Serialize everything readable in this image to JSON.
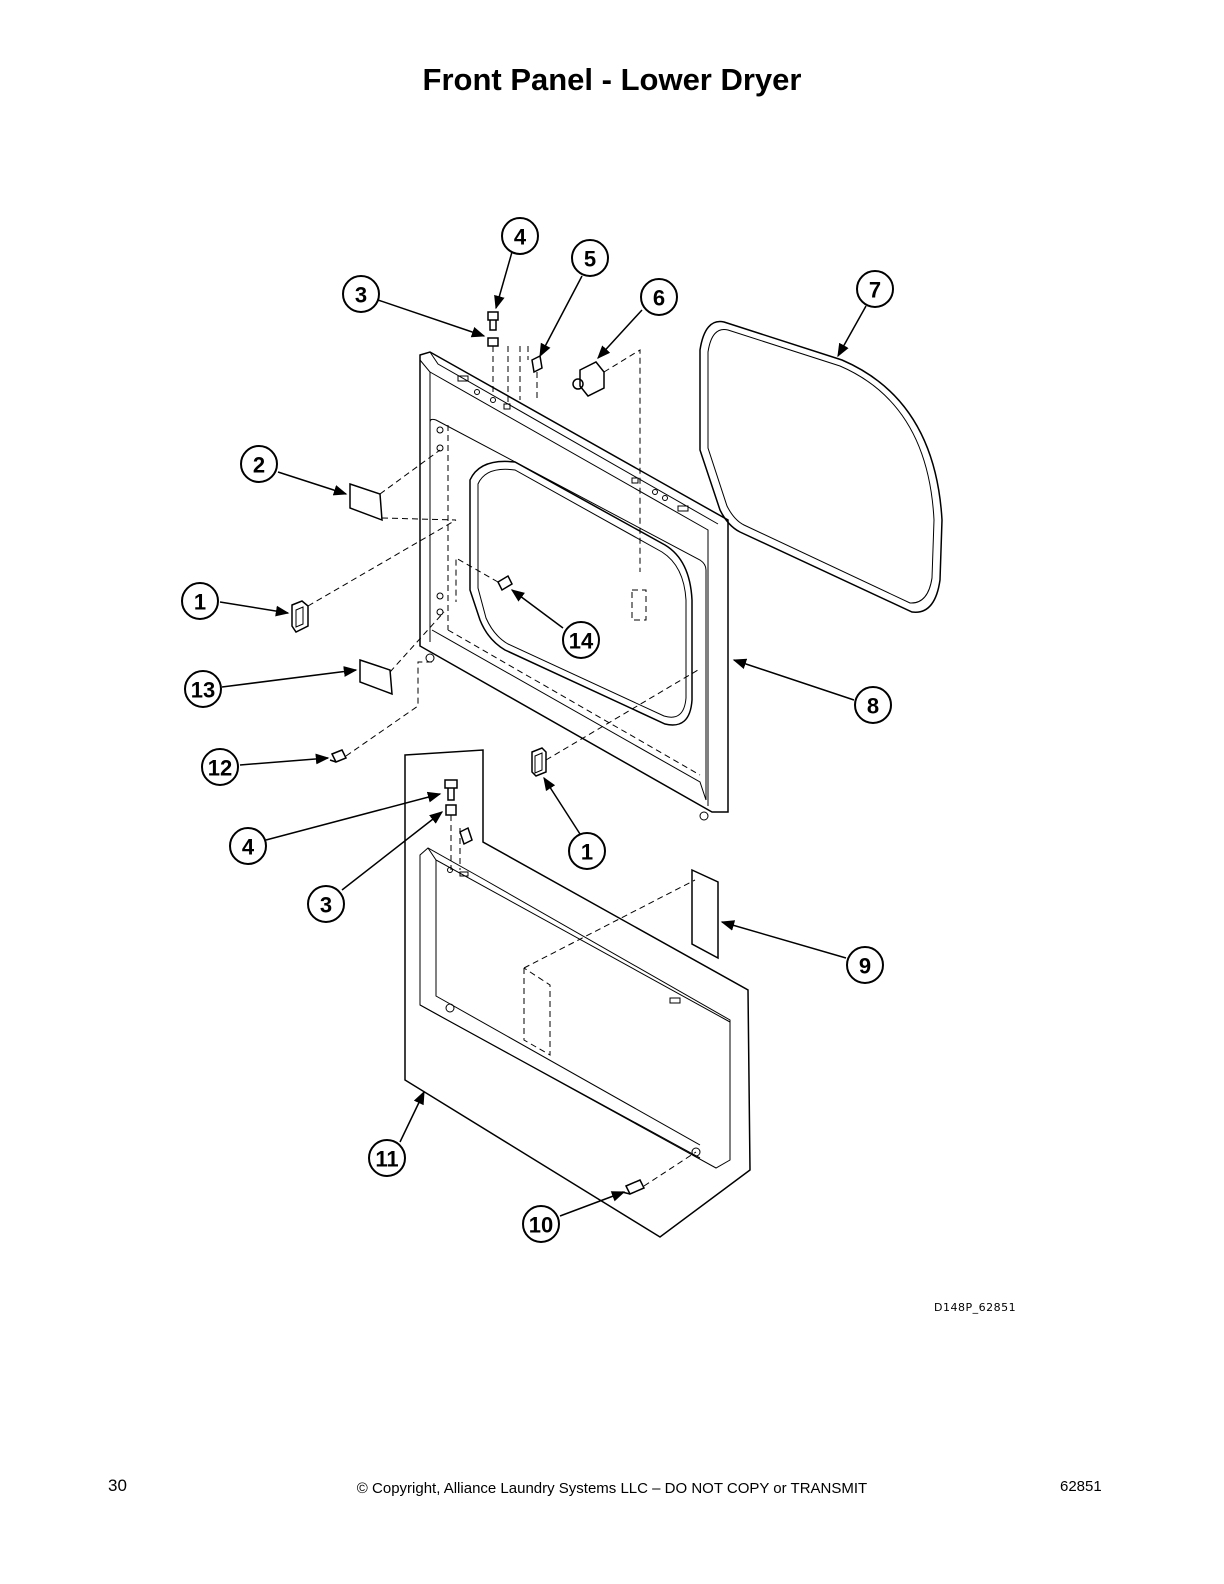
{
  "page": {
    "title": "Front Panel - Lower Dryer",
    "figure_code": "D148P_62851",
    "page_number": "30",
    "copyright": "© Copyright, Alliance Laundry Systems LLC – DO NOT COPY or TRANSMIT",
    "doc_number": "62851"
  },
  "callouts": [
    {
      "id": "c4a",
      "label": "4"
    },
    {
      "id": "c5",
      "label": "5"
    },
    {
      "id": "c3a",
      "label": "3"
    },
    {
      "id": "c6",
      "label": "6"
    },
    {
      "id": "c7",
      "label": "7"
    },
    {
      "id": "c2",
      "label": "2"
    },
    {
      "id": "c1a",
      "label": "1"
    },
    {
      "id": "c14",
      "label": "14"
    },
    {
      "id": "c13",
      "label": "13"
    },
    {
      "id": "c8",
      "label": "8"
    },
    {
      "id": "c12",
      "label": "12"
    },
    {
      "id": "c4b",
      "label": "4"
    },
    {
      "id": "c1b",
      "label": "1"
    },
    {
      "id": "c3b",
      "label": "3"
    },
    {
      "id": "c9",
      "label": "9"
    },
    {
      "id": "c11",
      "label": "11"
    },
    {
      "id": "c10",
      "label": "10"
    }
  ]
}
